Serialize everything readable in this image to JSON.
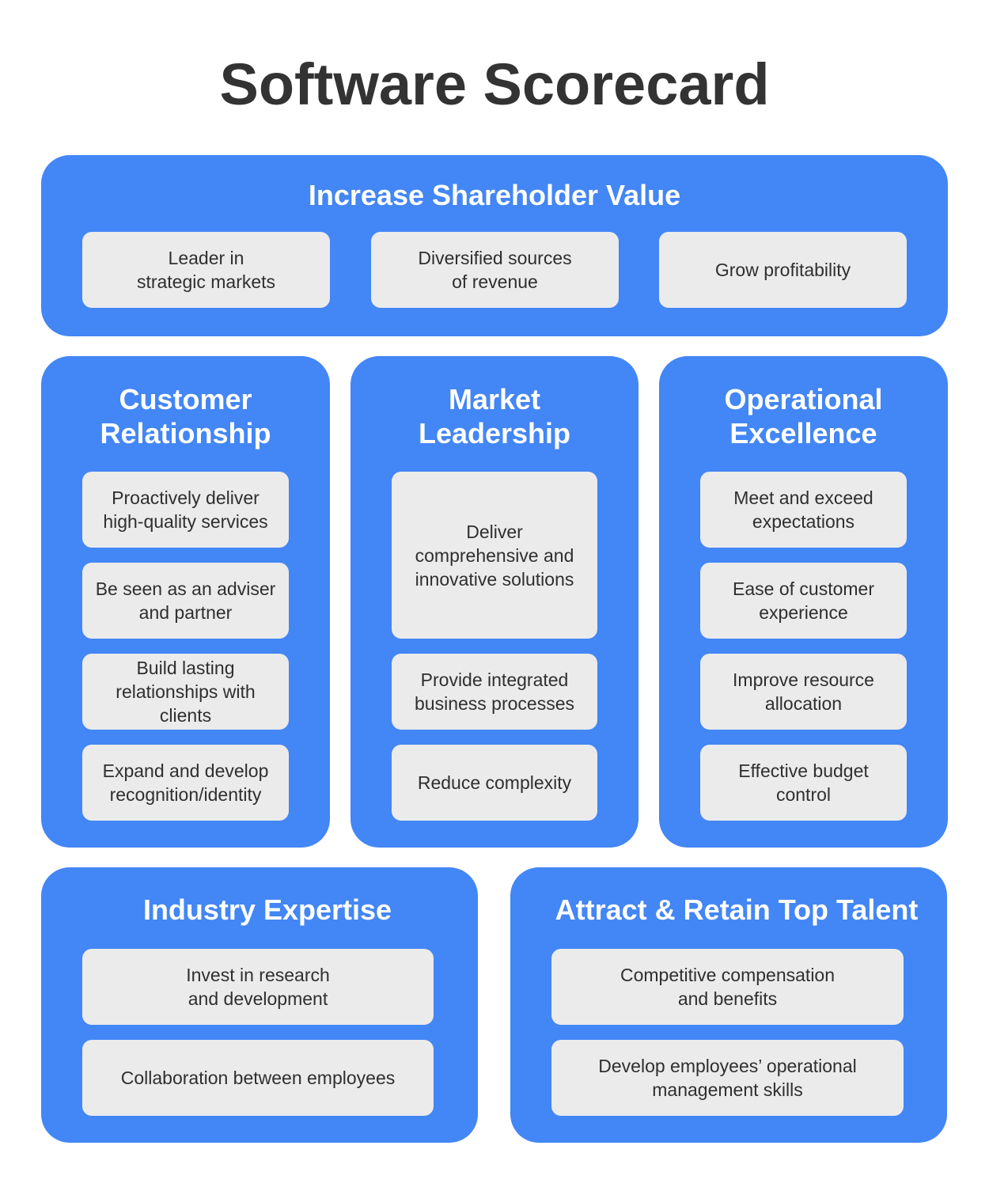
{
  "title": "Software Scorecard",
  "colors": {
    "panel": "#4386f5",
    "box": "#ebebeb",
    "title_text": "#333333",
    "panel_title_text": "#ffffff"
  },
  "shareholder": {
    "title": "Increase Shareholder Value",
    "items": [
      "Leader in\nstrategic markets",
      "Diversified sources\nof revenue",
      "Grow profitability"
    ]
  },
  "customer": {
    "title": "Customer\nRelationship",
    "items": [
      "Proactively deliver\nhigh-quality services",
      "Be seen as an adviser\nand partner",
      "Build lasting\nrelationships with\nclients",
      "Expand and develop\nrecognition/identity"
    ]
  },
  "market": {
    "title": "Market\nLeadership",
    "items": [
      "Deliver\ncomprehensive and\ninnovative solutions",
      "Provide integrated\nbusiness processes",
      "Reduce complexity"
    ]
  },
  "operational": {
    "title": "Operational\nExcellence",
    "items": [
      "Meet and exceed\nexpectations",
      "Ease of customer\nexperience",
      "Improve resource\nallocation",
      "Effective budget\ncontrol"
    ]
  },
  "industry": {
    "title": "Industry Expertise",
    "items": [
      "Invest in research\nand development",
      "Collaboration between employees"
    ]
  },
  "talent": {
    "title": "Attract & Retain Top Talent",
    "items": [
      "Competitive compensation\nand benefits",
      "Develop employees’ operational\nmanagement skills"
    ]
  }
}
